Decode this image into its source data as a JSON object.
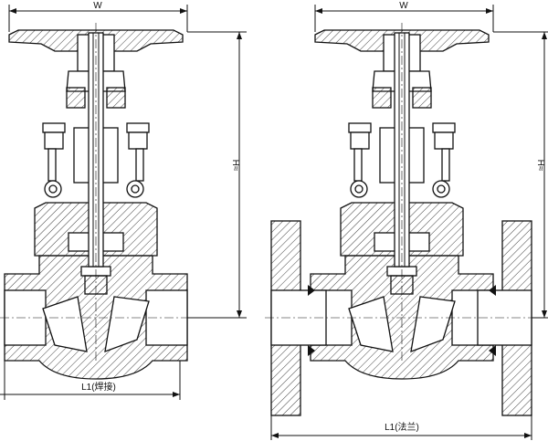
{
  "drawing": {
    "left_view": {
      "width_label": "W",
      "height_label": "H≈",
      "length_label": "L1(焊接)"
    },
    "right_view": {
      "width_label": "W",
      "height_label": "H≈",
      "length_label": "L1(法兰)"
    }
  }
}
